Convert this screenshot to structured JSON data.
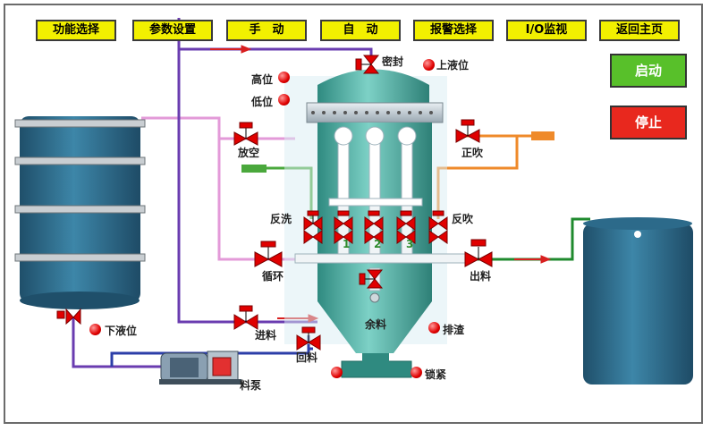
{
  "nav": {
    "func_select": "功能选择",
    "param_settings": "参数设置",
    "manual": "手　动",
    "auto": "自　动",
    "alarm_select": "报警选择",
    "io_monitor": "I/O监视",
    "return_home": "返回主页"
  },
  "controls": {
    "start": "启动",
    "stop": "停止"
  },
  "labels": {
    "seal": "密封",
    "upper_level": "上液位",
    "high_level": "高位",
    "low_level": "低位",
    "vent": "放空",
    "forward_blow": "正吹",
    "backwash": "反洗",
    "backblow": "反吹",
    "recirculate": "循环",
    "discharge": "出料",
    "residual": "余料",
    "lower_level": "下液位",
    "feed": "进料",
    "return_feed": "回料",
    "slag_discharge": "排渣",
    "lock_tight": "锁紧",
    "feed_pump": "料泵",
    "filter_1": "1",
    "filter_2": "2",
    "filter_3": "3"
  },
  "colors": {
    "nav_bg": "#f2f000",
    "start_bg": "#58c02a",
    "stop_bg": "#e8281e",
    "tank": "#2f6e8e",
    "vessel": "#4fa9a0",
    "lamp": "#e00000"
  }
}
